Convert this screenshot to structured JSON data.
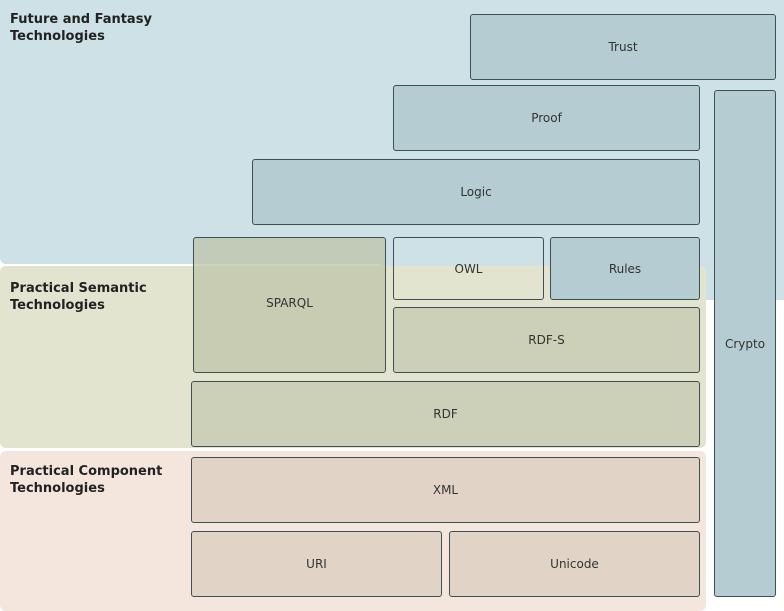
{
  "bands": {
    "future": {
      "label": "Future and Fantasy\nTechnologies"
    },
    "semantic": {
      "label": "Practical Semantic\nTechnologies"
    },
    "component": {
      "label": "Practical Component\nTechnologies"
    }
  },
  "layers": {
    "trust": "Trust",
    "proof": "Proof",
    "logic": "Logic",
    "sparql": "SPARQL",
    "owl": "OWL",
    "rules": "Rules",
    "rdfs": "RDF-S",
    "rdf": "RDF",
    "xml": "XML",
    "uri": "URI",
    "unicode": "Unicode",
    "crypto": "Crypto"
  },
  "colors": {
    "future_band": "#cde1e7",
    "semantic_band": "#e2e4cf",
    "component_band": "#f4e6dc",
    "layer_blue": "#b5ccd2",
    "layer_green": "#cdd0b9",
    "layer_tan": "#e1d4c7",
    "border": "#3f4f55"
  }
}
